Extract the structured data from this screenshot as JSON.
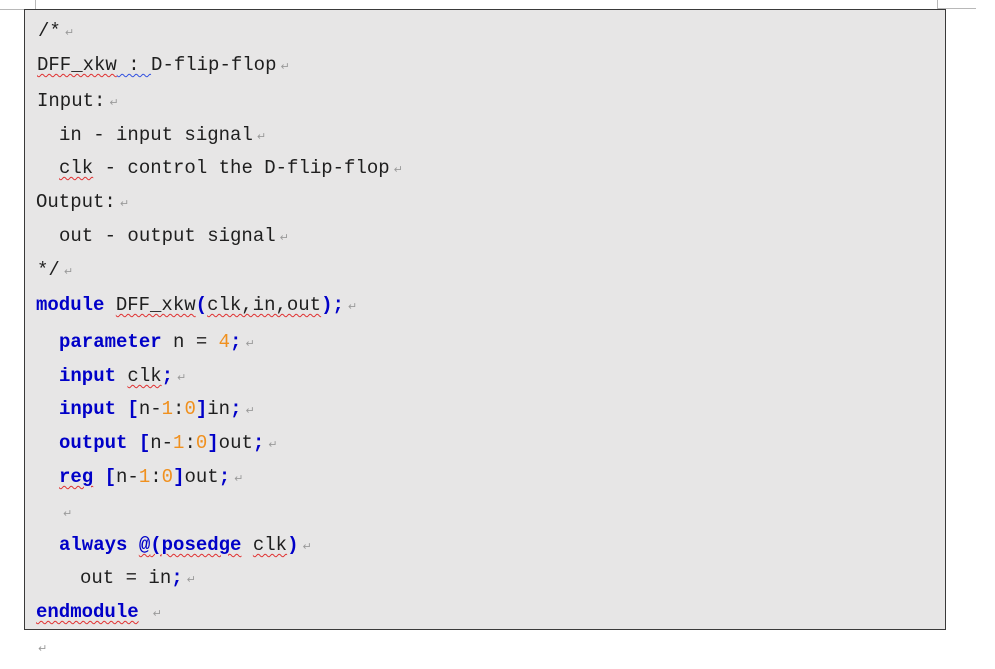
{
  "paragraph_mark": "↵",
  "code": {
    "comment_open": "/*",
    "title_name": "DFF_xkw",
    "title_sep": " : ",
    "title_desc": "D-flip-flop",
    "input_header": "Input:",
    "in_name": "in",
    "in_desc": " - input signal",
    "clk_name": "clk",
    "clk_desc": " - control the D-flip-flop",
    "output_header": "Output:",
    "out_desc": "out - output signal",
    "comment_close": "*/",
    "module_kw": "module",
    "module_name": "DFF_xkw",
    "paren_open": "(",
    "ports": "clk,in,out",
    "paren_close": ")",
    "semicolon": ";",
    "parameter_kw": "parameter",
    "param_assign": " n = ",
    "param_value": "4",
    "input_kw": "input",
    "clk_port": "clk",
    "bracket_open": "[",
    "range_n": "n-",
    "one": "1",
    "colon": ":",
    "zero": "0",
    "bracket_close": "]",
    "in_port": "in",
    "output_kw": "output",
    "out_port": "out",
    "reg_kw": "reg",
    "always_kw": "always",
    "at": "@",
    "posedge_kw": "posedge",
    "clk_signal": "clk",
    "assign_stmt": "out = in",
    "endmodule_kw": "endmodule"
  }
}
